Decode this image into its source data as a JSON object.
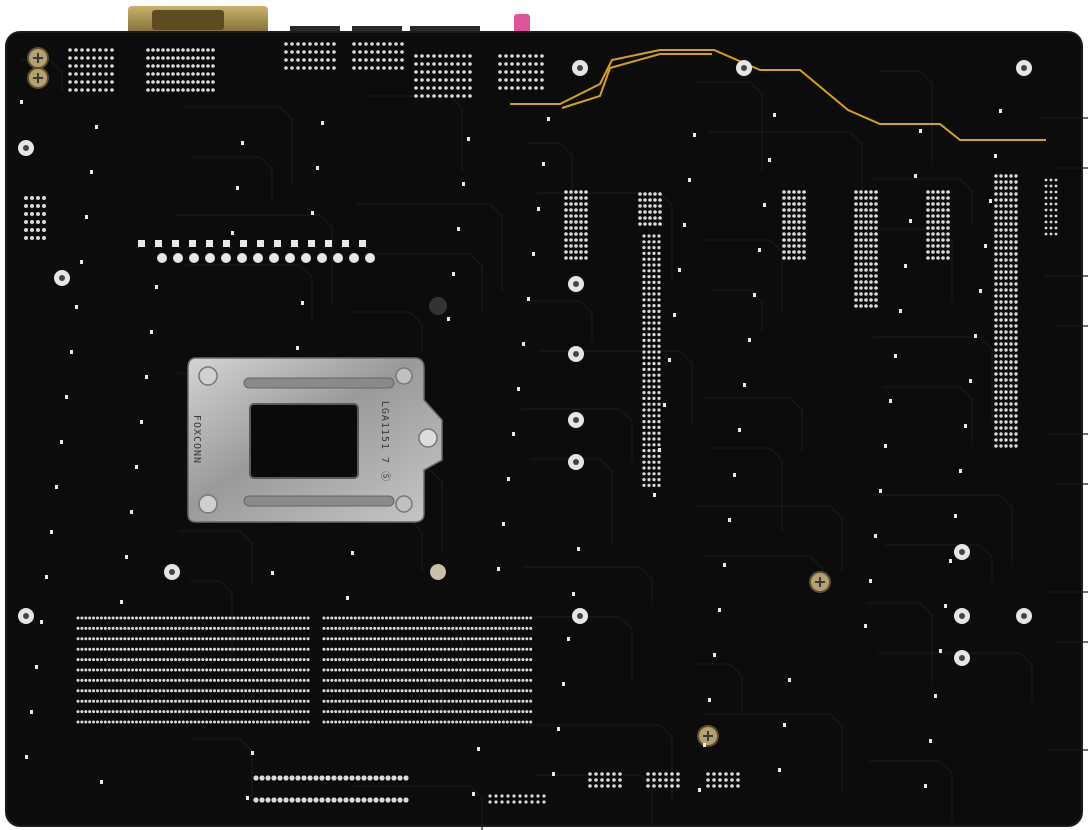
{
  "image": {
    "subject": "motherboard-rear",
    "colors": {
      "background": "#ffffff",
      "pcb": "#0c0c0c",
      "pcb_edge": "#151515",
      "trace_gold": "#d4a21a",
      "solder": "#d9d9d9",
      "bracket": "#b7b7b7",
      "bracket_dark": "#7a7a7a",
      "port_metal": "#a08a4a",
      "audio_pink": "#e0559a"
    },
    "bracket_markings": {
      "left_vertical": "FOXCONN",
      "right_vertical": "LGA1151 7 Ⓢ"
    }
  }
}
